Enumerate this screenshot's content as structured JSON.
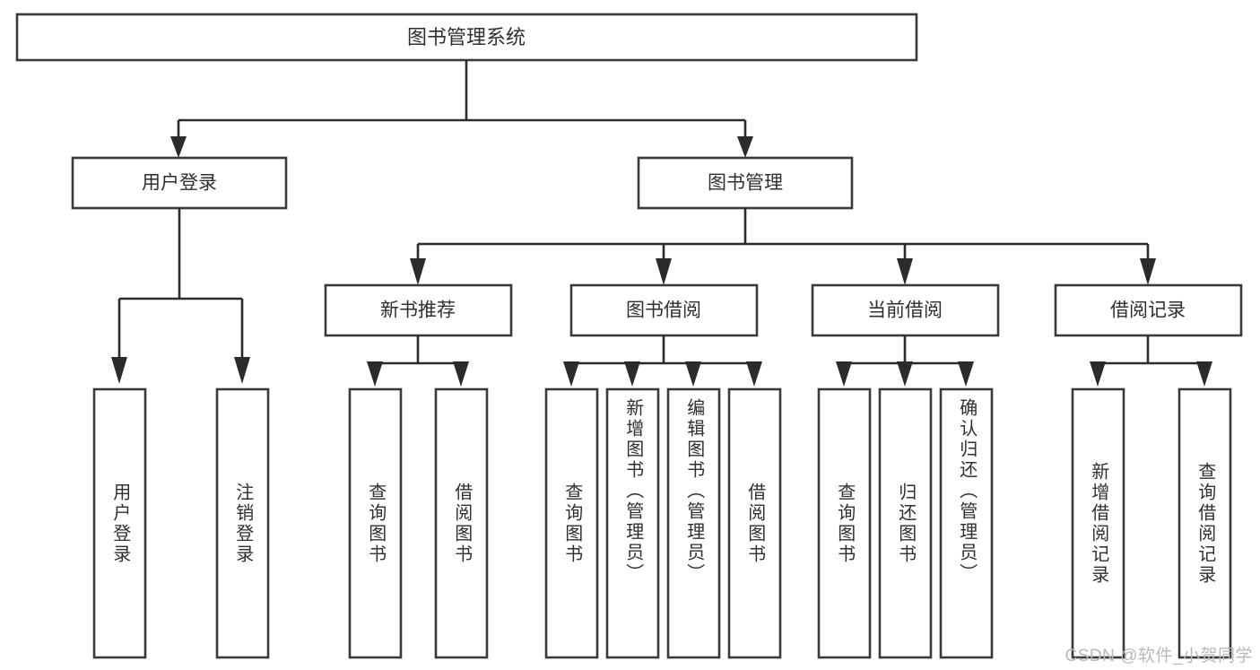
{
  "diagram": {
    "type": "hierarchy-tree",
    "title": "图书管理系统",
    "watermark": "CSDN @软件_小贺同学",
    "colors": {
      "background": "#ffffff",
      "box_fill": "#ffffff",
      "box_stroke": "#3a3a3a",
      "connector": "#2b2b2b",
      "text": "#2f2f2f",
      "watermark": "#b9b9b9"
    },
    "levels": {
      "root": {
        "label": "图书管理系统"
      },
      "level2": [
        {
          "id": "user-login",
          "label": "用户登录"
        },
        {
          "id": "book-manage",
          "label": "图书管理"
        }
      ],
      "level3": [
        {
          "id": "new-book-rec",
          "label": "新书推荐",
          "parent": "book-manage"
        },
        {
          "id": "book-borrow",
          "label": "图书借阅",
          "parent": "book-manage"
        },
        {
          "id": "current-borrow",
          "label": "当前借阅",
          "parent": "book-manage"
        },
        {
          "id": "borrow-record",
          "label": "借阅记录",
          "parent": "book-manage"
        }
      ],
      "leaves": [
        {
          "id": "leaf-user-login",
          "label": "用户登录",
          "parent": "user-login"
        },
        {
          "id": "leaf-logout",
          "label": "注销登录",
          "parent": "user-login"
        },
        {
          "id": "leaf-query-book-1",
          "label": "查询图书",
          "parent": "new-book-rec"
        },
        {
          "id": "leaf-borrow-book-1",
          "label": "借阅图书",
          "parent": "new-book-rec"
        },
        {
          "id": "leaf-query-book-2",
          "label": "查询图书",
          "parent": "book-borrow"
        },
        {
          "id": "leaf-add-book",
          "label": "新增图书（管理员）",
          "parent": "book-borrow"
        },
        {
          "id": "leaf-edit-book",
          "label": "编辑图书（管理员）",
          "parent": "book-borrow"
        },
        {
          "id": "leaf-borrow-book-2",
          "label": "借阅图书",
          "parent": "book-borrow"
        },
        {
          "id": "leaf-query-book-3",
          "label": "查询图书",
          "parent": "current-borrow"
        },
        {
          "id": "leaf-return-book",
          "label": "归还图书",
          "parent": "current-borrow"
        },
        {
          "id": "leaf-confirm-return",
          "label": "确认归还（管理员）",
          "parent": "current-borrow"
        },
        {
          "id": "leaf-add-record",
          "label": "新增借阅记录",
          "parent": "borrow-record"
        },
        {
          "id": "leaf-query-record",
          "label": "查询借阅记录",
          "parent": "borrow-record"
        }
      ]
    }
  }
}
